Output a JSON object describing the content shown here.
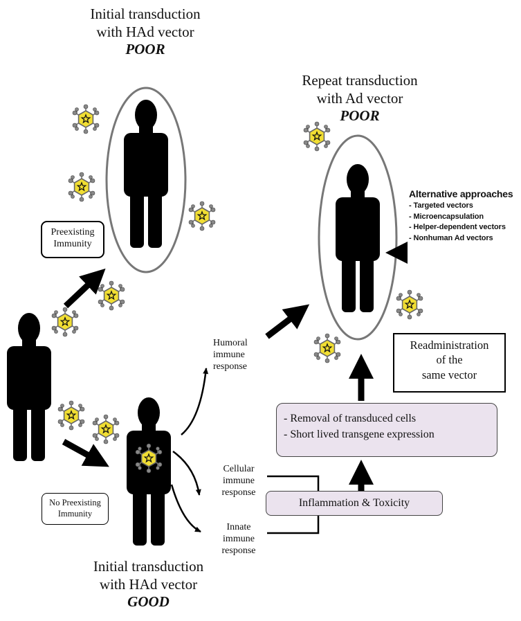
{
  "top_left": {
    "title_lines": [
      "Initial transduction",
      "with HAd vector"
    ],
    "verdict": "POOR"
  },
  "top_right": {
    "title_lines": [
      "Repeat transduction",
      "with Ad vector"
    ],
    "verdict": "POOR"
  },
  "bottom_left": {
    "title_lines": [
      "Initial transduction",
      "with HAd vector"
    ],
    "verdict": "GOOD"
  },
  "preexisting_label_lines": [
    "Preexisting",
    "Immunity"
  ],
  "no_preexisting_label_lines": [
    "No Preexisting",
    "Immunity"
  ],
  "humoral_label_lines": [
    "Humoral",
    "immune",
    "response"
  ],
  "cellular_label_lines": [
    "Cellular",
    "immune",
    "response"
  ],
  "innate_label_lines": [
    "Innate",
    "immune",
    "response"
  ],
  "inflammation_label": "Inflammation & Toxicity",
  "removal_lines": [
    "- Removal of transduced cells",
    "- Short lived transgene expression"
  ],
  "readmin_lines": [
    "Readministration",
    "of the",
    "same vector"
  ],
  "alternatives": {
    "title": "Alternative approaches",
    "items": [
      "Targeted vectors",
      "Microencapsulation",
      "Helper-dependent vectors",
      "Nonhuman Ad vectors"
    ]
  },
  "colors": {
    "virus_fill": "#f1de33",
    "virus_outline": "#666666",
    "oval_stroke": "#777777",
    "process_box_fill": "#ebe3ee",
    "figure_fill": "#000000"
  }
}
